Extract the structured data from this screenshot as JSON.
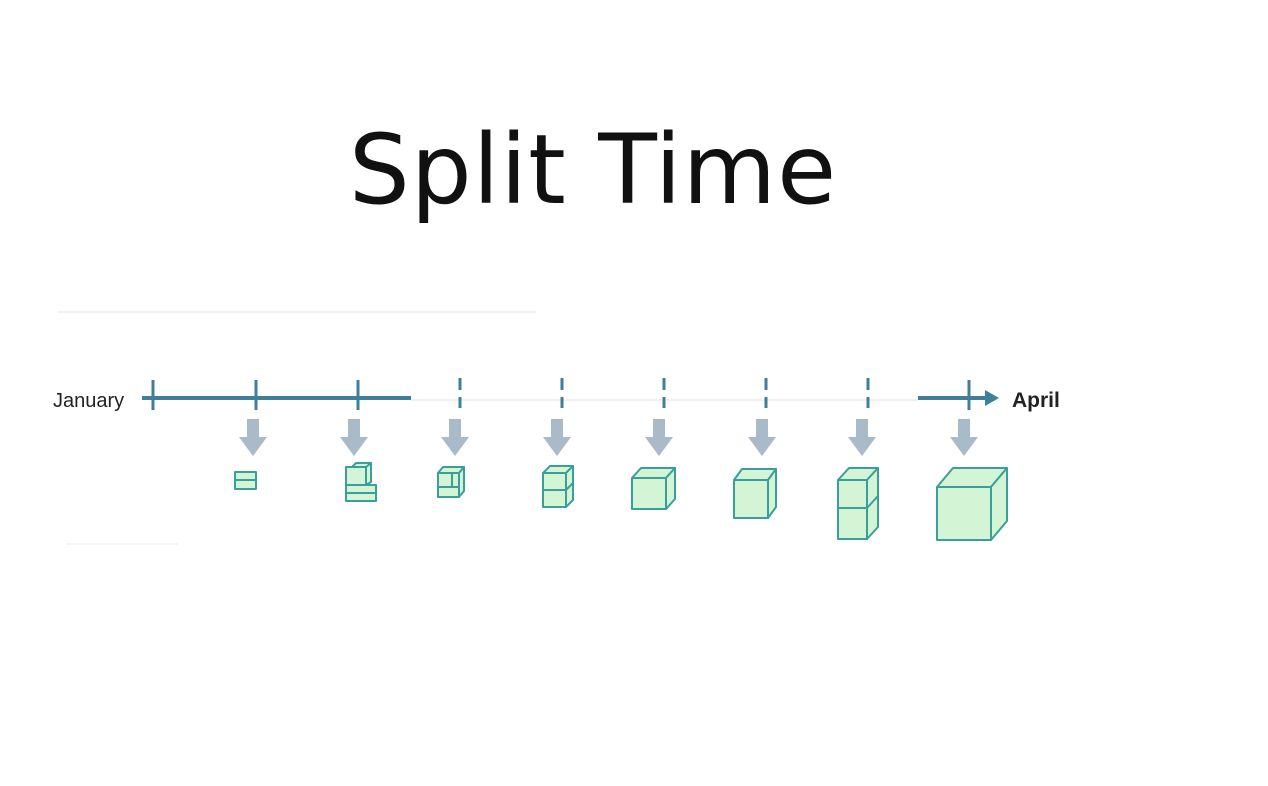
{
  "title": "Split Time",
  "timeline": {
    "start_label": "January",
    "end_label": "April",
    "color": "#3f7f9c",
    "arrow_color": "#a9bac9",
    "box_fill": "#d3f5d6",
    "box_stroke": "#3a9f9b"
  }
}
